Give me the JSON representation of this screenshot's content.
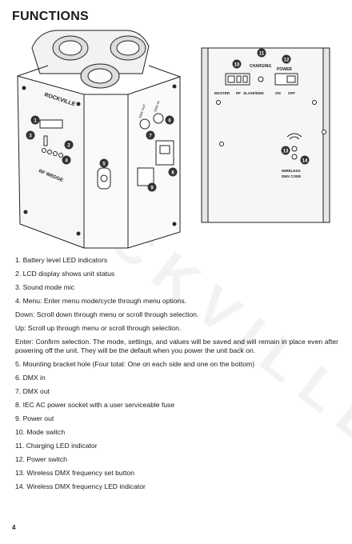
{
  "title": "FUNCTIONS",
  "watermark": "ROCKVILLE",
  "device_labels": {
    "charging": "CHARGING",
    "power": "POWER",
    "master": "MASTER",
    "rf": "RF",
    "slave_dmx": "SLAVE/DMX",
    "on": "ON",
    "off": "OFF",
    "wireless": "WIRELESS",
    "dmx_code": "DMX CODE",
    "dmx_out": "DMX OUT",
    "dmx_in": "DMX IN",
    "brand": "ROCKVILLE",
    "model": "RF WEDGE"
  },
  "callouts": [
    "1",
    "2",
    "3",
    "4",
    "5",
    "6",
    "7",
    "8",
    "9",
    "10",
    "11",
    "12",
    "13",
    "14"
  ],
  "items": [
    {
      "num": "1.",
      "text": "Battery level LED indicators"
    },
    {
      "num": "2.",
      "text": "LCD display shows unit status"
    },
    {
      "num": "3.",
      "text": "Sound mode mic"
    },
    {
      "num": "4.",
      "text": "Menu: Enter menu mode/cycle through menu options."
    },
    {
      "num": "5.",
      "text": "Mounting bracket hole (Four total: One on each side and one on the bottom)"
    },
    {
      "num": "6.",
      "text": "DMX in"
    },
    {
      "num": "7.",
      "text": "DMX out"
    },
    {
      "num": "8.",
      "text": "IEC AC power socket with a user  serviceable fuse"
    },
    {
      "num": "9.",
      "text": "Power out"
    },
    {
      "num": "10.",
      "text": "Mode switch"
    },
    {
      "num": "11.",
      "text": "Charging LED indicator"
    },
    {
      "num": "12.",
      "text": "Power switch"
    },
    {
      "num": "13.",
      "text": "Wireless DMX frequency set button"
    },
    {
      "num": "14.",
      "text": "Wireless DMX frequency LED indicator"
    }
  ],
  "menu_sub": [
    "Down: Scroll down through menu or scroll through selection.",
    "Up: Scroll up through menu or scroll through selection.",
    "Enter: Confirm selection. The mode, settings, and values will be saved and will remain in place even after powering off the unit. They will be the default when you power the unit back on."
  ],
  "page_number": "4"
}
